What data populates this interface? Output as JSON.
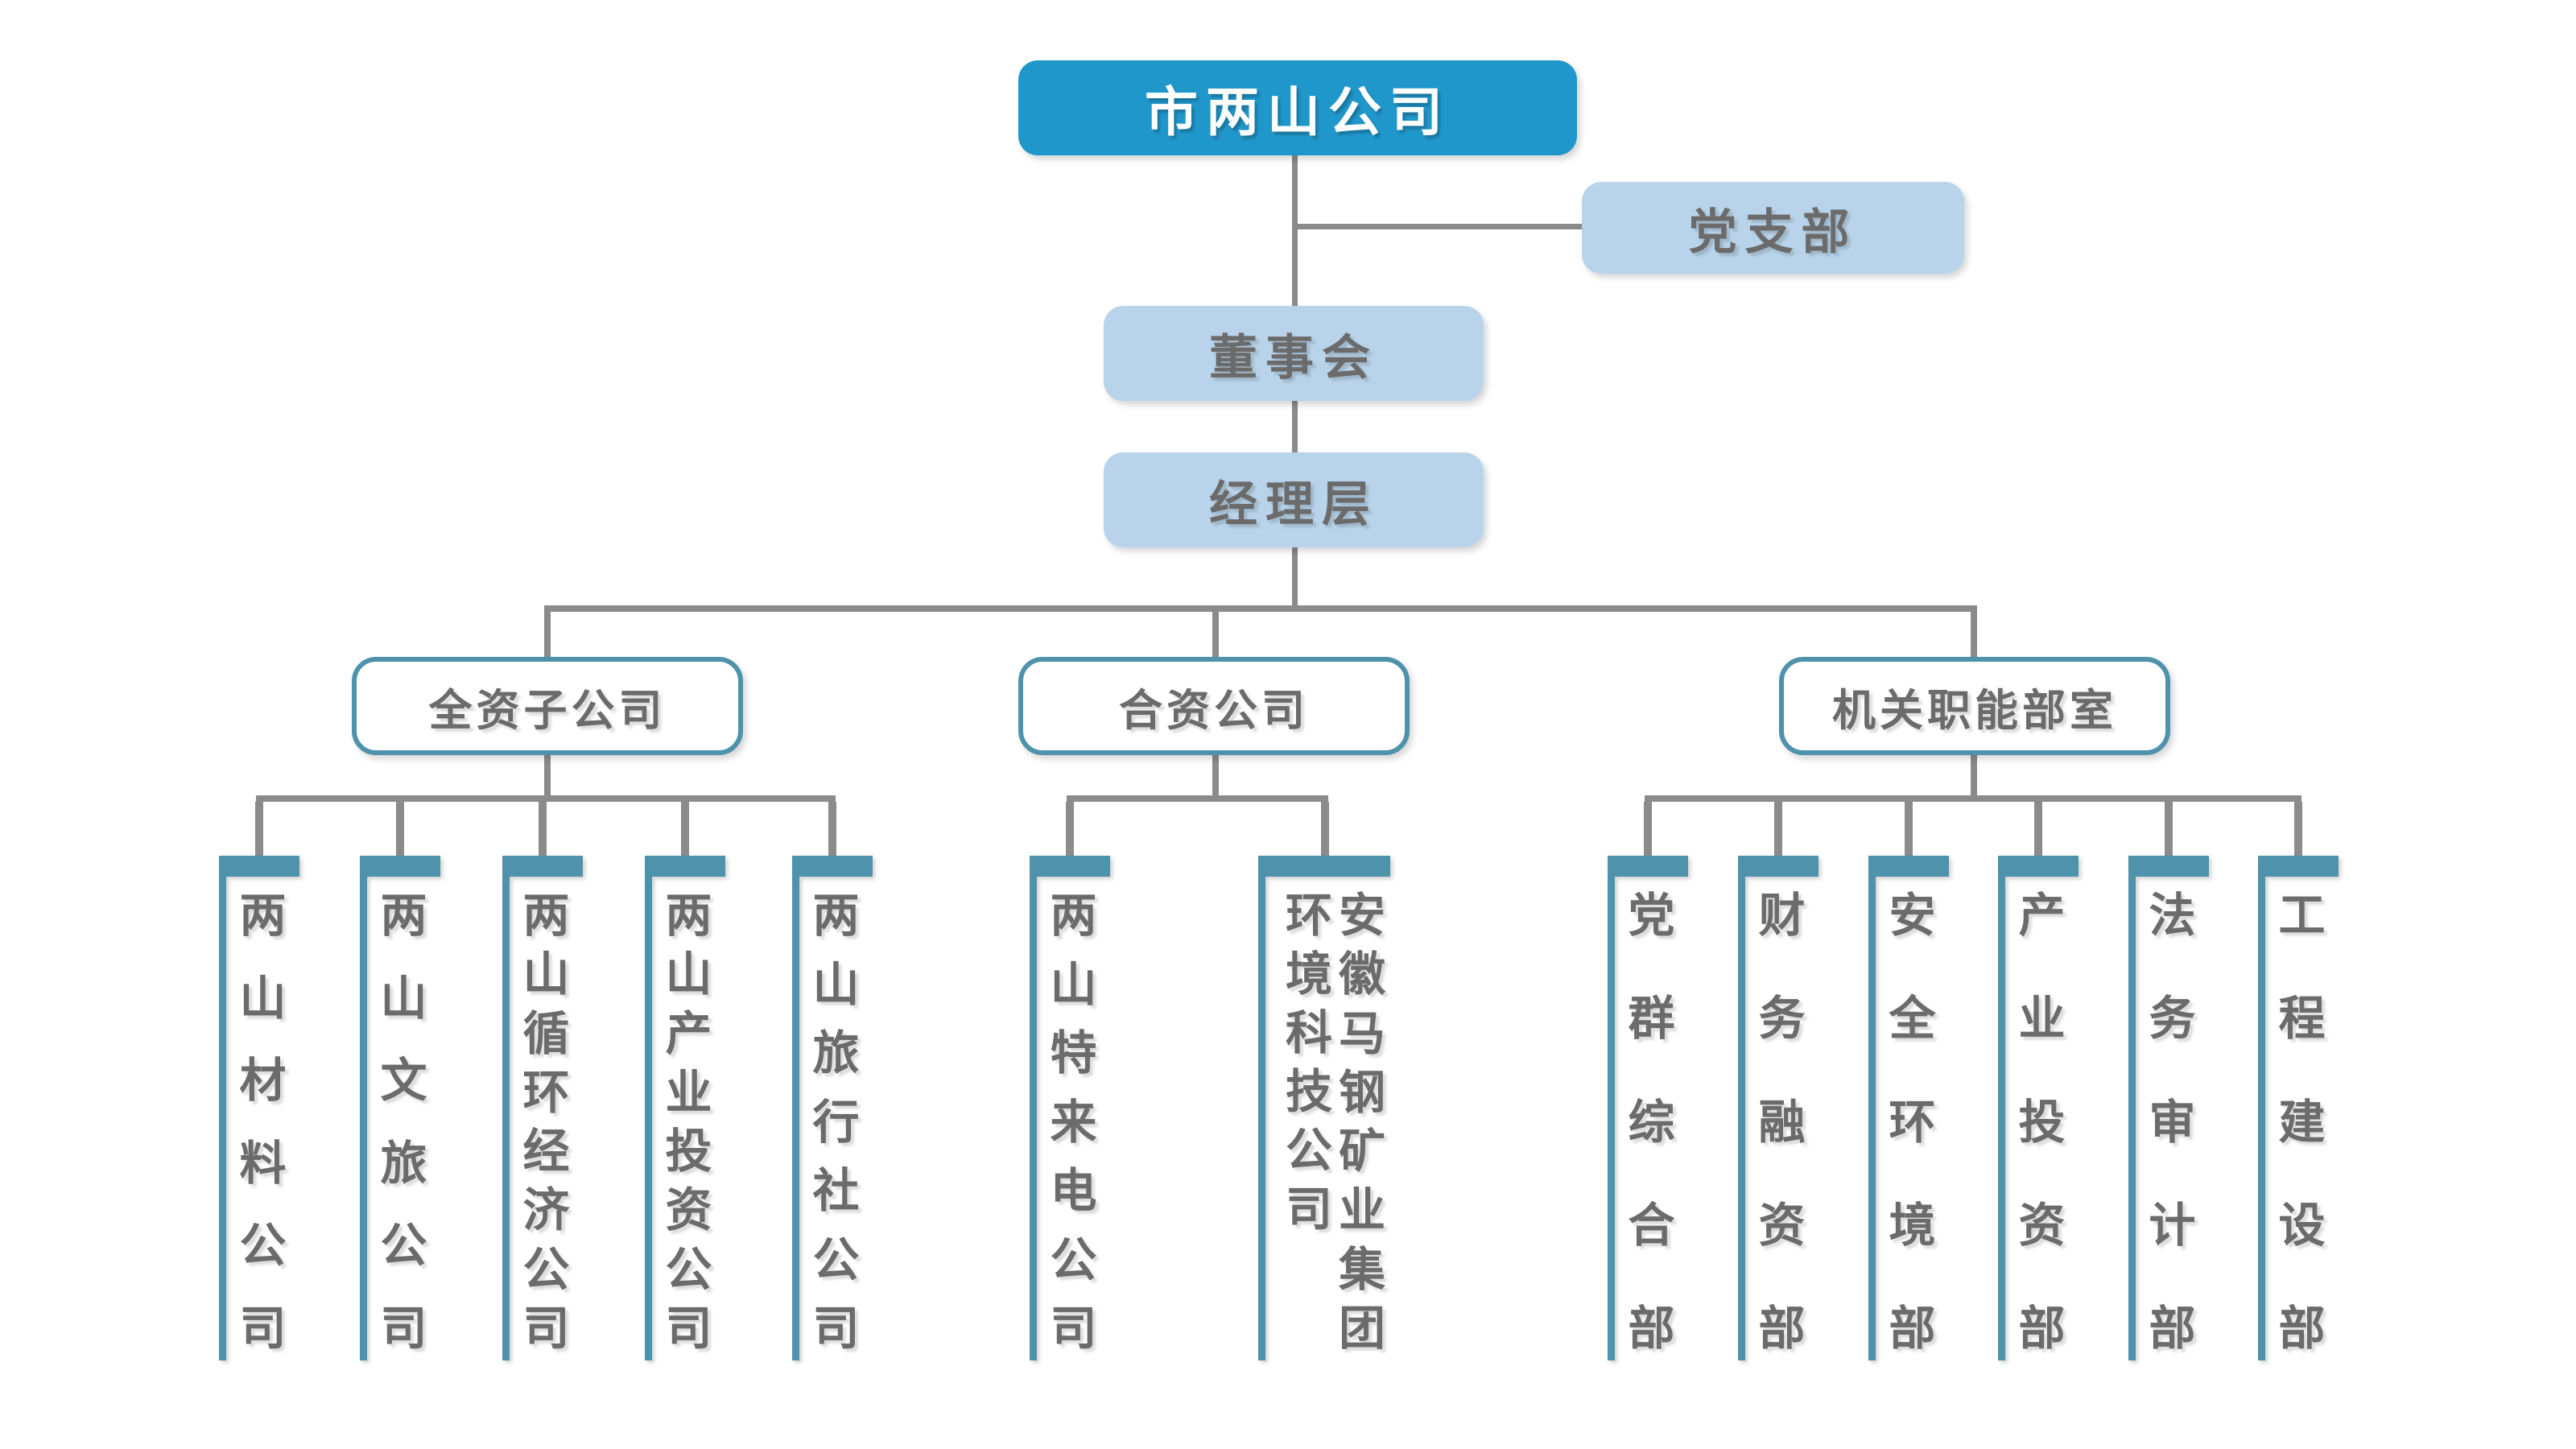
{
  "palette": {
    "root_blue": "#2097CB",
    "light_blue": "#B9D4EA",
    "teal": "#4F92AB",
    "line_gray": "#8B8B8B",
    "text_gray": "#6B6B6B"
  },
  "root": {
    "label": "市两山公司"
  },
  "party_branch": {
    "label": "党支部"
  },
  "board": {
    "label": "董事会"
  },
  "management": {
    "label": "经理层"
  },
  "branches": [
    {
      "label": "全资子公司",
      "children": [
        {
          "name": "两山材料公司"
        },
        {
          "name": "两山文旅公司"
        },
        {
          "name": "两山循环经济公司"
        },
        {
          "name": "两山产业投资公司"
        },
        {
          "name": "两山旅行社公司"
        }
      ]
    },
    {
      "label": "合资公司",
      "children": [
        {
          "name": "两山特来电公司"
        },
        {
          "name": "安徽马钢矿业集团环境科技公司",
          "columns": [
            "安徽马钢矿业集团",
            "环境科技公司"
          ]
        }
      ]
    },
    {
      "label": "机关职能部室",
      "children": [
        {
          "name": "党群综合部"
        },
        {
          "name": "财务融资部"
        },
        {
          "name": "安全环境部"
        },
        {
          "name": "产业投资部"
        },
        {
          "name": "法务审计部"
        },
        {
          "name": "工程建设部"
        }
      ]
    }
  ]
}
